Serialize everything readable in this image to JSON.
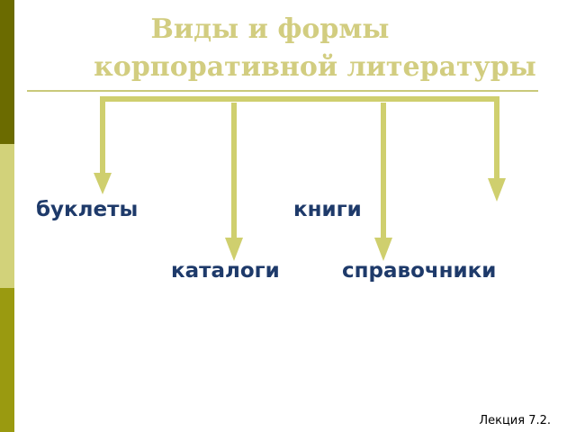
{
  "title": {
    "line1": "Виды и формы",
    "line2": "корпоративной литературы"
  },
  "items": {
    "booklets": "буклеты",
    "books": "книги",
    "catalogs": "каталоги",
    "reference": "справочники"
  },
  "footer": "Лекция 7.2.",
  "colors": {
    "title": "#d2cd80",
    "arrow": "#cfcf6e",
    "label": "#1e3a6a",
    "underline": "#c9c97a",
    "sidebar_top": "#6b6b00",
    "sidebar_mid": "#d2d27a",
    "sidebar_bottom": "#9a9a10"
  }
}
